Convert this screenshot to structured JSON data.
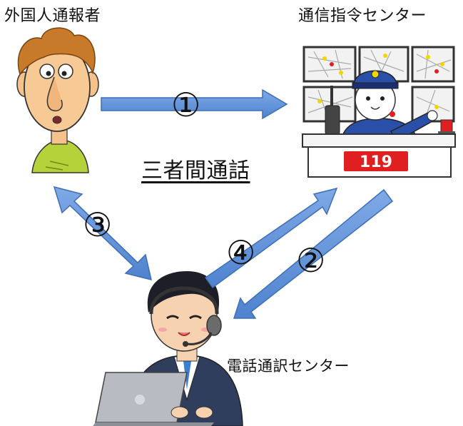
{
  "labels": {
    "reporter": "外国人通報者",
    "dispatch": "通信指令センター",
    "interpreter": "電話通訳センター",
    "three_way": "三者間通話"
  },
  "steps": [
    "①",
    "②",
    "③",
    "④"
  ],
  "panel_sign": "119",
  "colors": {
    "arrow": "#5B8FD9",
    "arrow_stroke": "#3E6FB5",
    "sign": "#E02020"
  }
}
